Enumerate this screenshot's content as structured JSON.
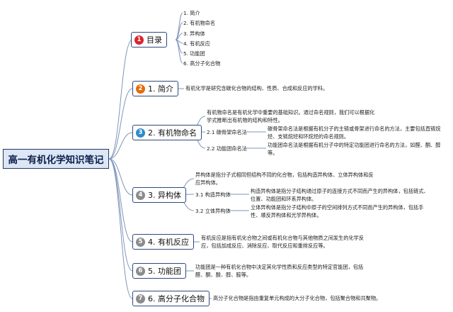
{
  "root": {
    "title": "高一有机化学知识笔记"
  },
  "toc": {
    "label": "目录",
    "badge": "1",
    "badge_color": "#d9262c",
    "items": [
      "1. 简介",
      "2. 有机物命名",
      "3. 异构体",
      "4. 有机反应",
      "5. 功能团",
      "6. 高分子化合物"
    ]
  },
  "sections": [
    {
      "badge": "2",
      "badge_color": "#e46c0a",
      "label": "1. 简介",
      "text": "有机化学是研究含碳化合物的结构、性质、合成和反应的学科。"
    },
    {
      "badge": "3",
      "badge_color": "#2e8bc9",
      "label": "2. 有机物命名",
      "text": "有机物命名是有机化学中重要的基础知识。通过命名规则，我们可以根据化学式推断出有机物的结构和特性。",
      "subs": [
        {
          "label": "2.1 碳骨架命名法",
          "text": "碳骨架命名法是根据有机分子的主链或骨架进行命名的方法，主要包括直链烷烃、支链烷烃和环烷烃的命名规则。"
        },
        {
          "label": "2.2 功能团命名法",
          "text": "功能团命名法是根据有机分子中的特定功能团进行命名的方法，如醛、酮、醇等。"
        }
      ]
    },
    {
      "badge": "4",
      "badge_color": "#8c8c8c",
      "label": "3. 异构体",
      "text": "异构体是指分子式相同但结构不同的化合物，包括构造异构体、立体异构体和反应异构体。",
      "subs": [
        {
          "label": "3.1 构造异构体",
          "text": "构造异构体是指分子结构通过原子的连接方式不同而产生的异构体，包括链式、位置、功能团和环系异构体。"
        },
        {
          "label": "3.2 立体异构体",
          "text": "立体异构体是指分子结构中原子的空间排列方式不同而产生的异构体，包括手性、顺反异构体和光学异构体。"
        }
      ]
    },
    {
      "badge": "5",
      "badge_color": "#8c8c8c",
      "label": "4. 有机反应",
      "text": "有机反应是指有机化合物之间或有机化合物与其他物质之间发生的化学反应，包括加成反应、消除反应、取代反应和重排反应等。"
    },
    {
      "badge": "6",
      "badge_color": "#8c8c8c",
      "label": "5. 功能团",
      "text": "功能团是一种有机化合物中决定其化学性质和反应类型的特定官能团，包括醛、酮、酸、醇、胺等。"
    },
    {
      "badge": "7",
      "badge_color": "#8c8c8c",
      "label": "6. 高分子化合物",
      "text": "高分子化合物是指由重复单元构成的大分子化合物，包括聚合物和共聚物。"
    }
  ]
}
